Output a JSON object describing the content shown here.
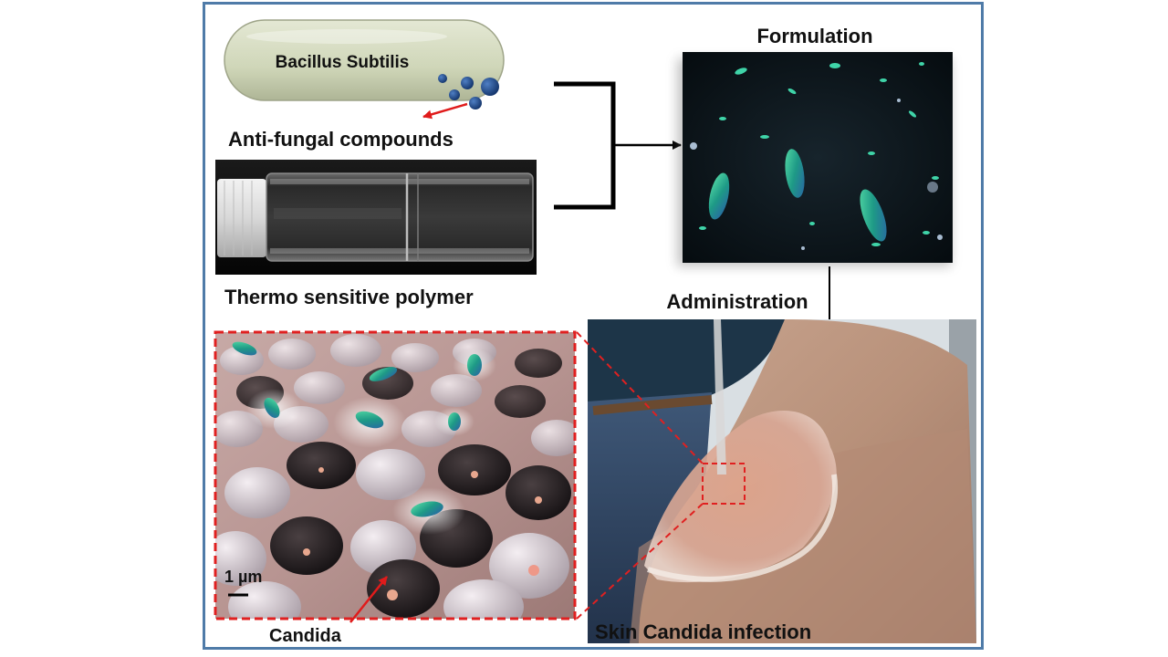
{
  "labels": {
    "bacterium": "Bacillus Subtilis",
    "antifungal": "Anti-fungal compounds",
    "polymer": "Thermo sensitive polymer",
    "formulation": "Formulation",
    "administration": "Administration",
    "infection": "Skin Candida infection",
    "candida": "Candida",
    "scale": "1 µm"
  },
  "colors": {
    "frame": "#4f7ba8",
    "bacterium_fill": "#d6dcc2",
    "compound_dots": "#1f4a86",
    "pointer_red": "#e01b1b",
    "inset_border": "#e02020",
    "formulation_bg": "#0a1218",
    "bacteria_glow": "#2bc49a"
  }
}
